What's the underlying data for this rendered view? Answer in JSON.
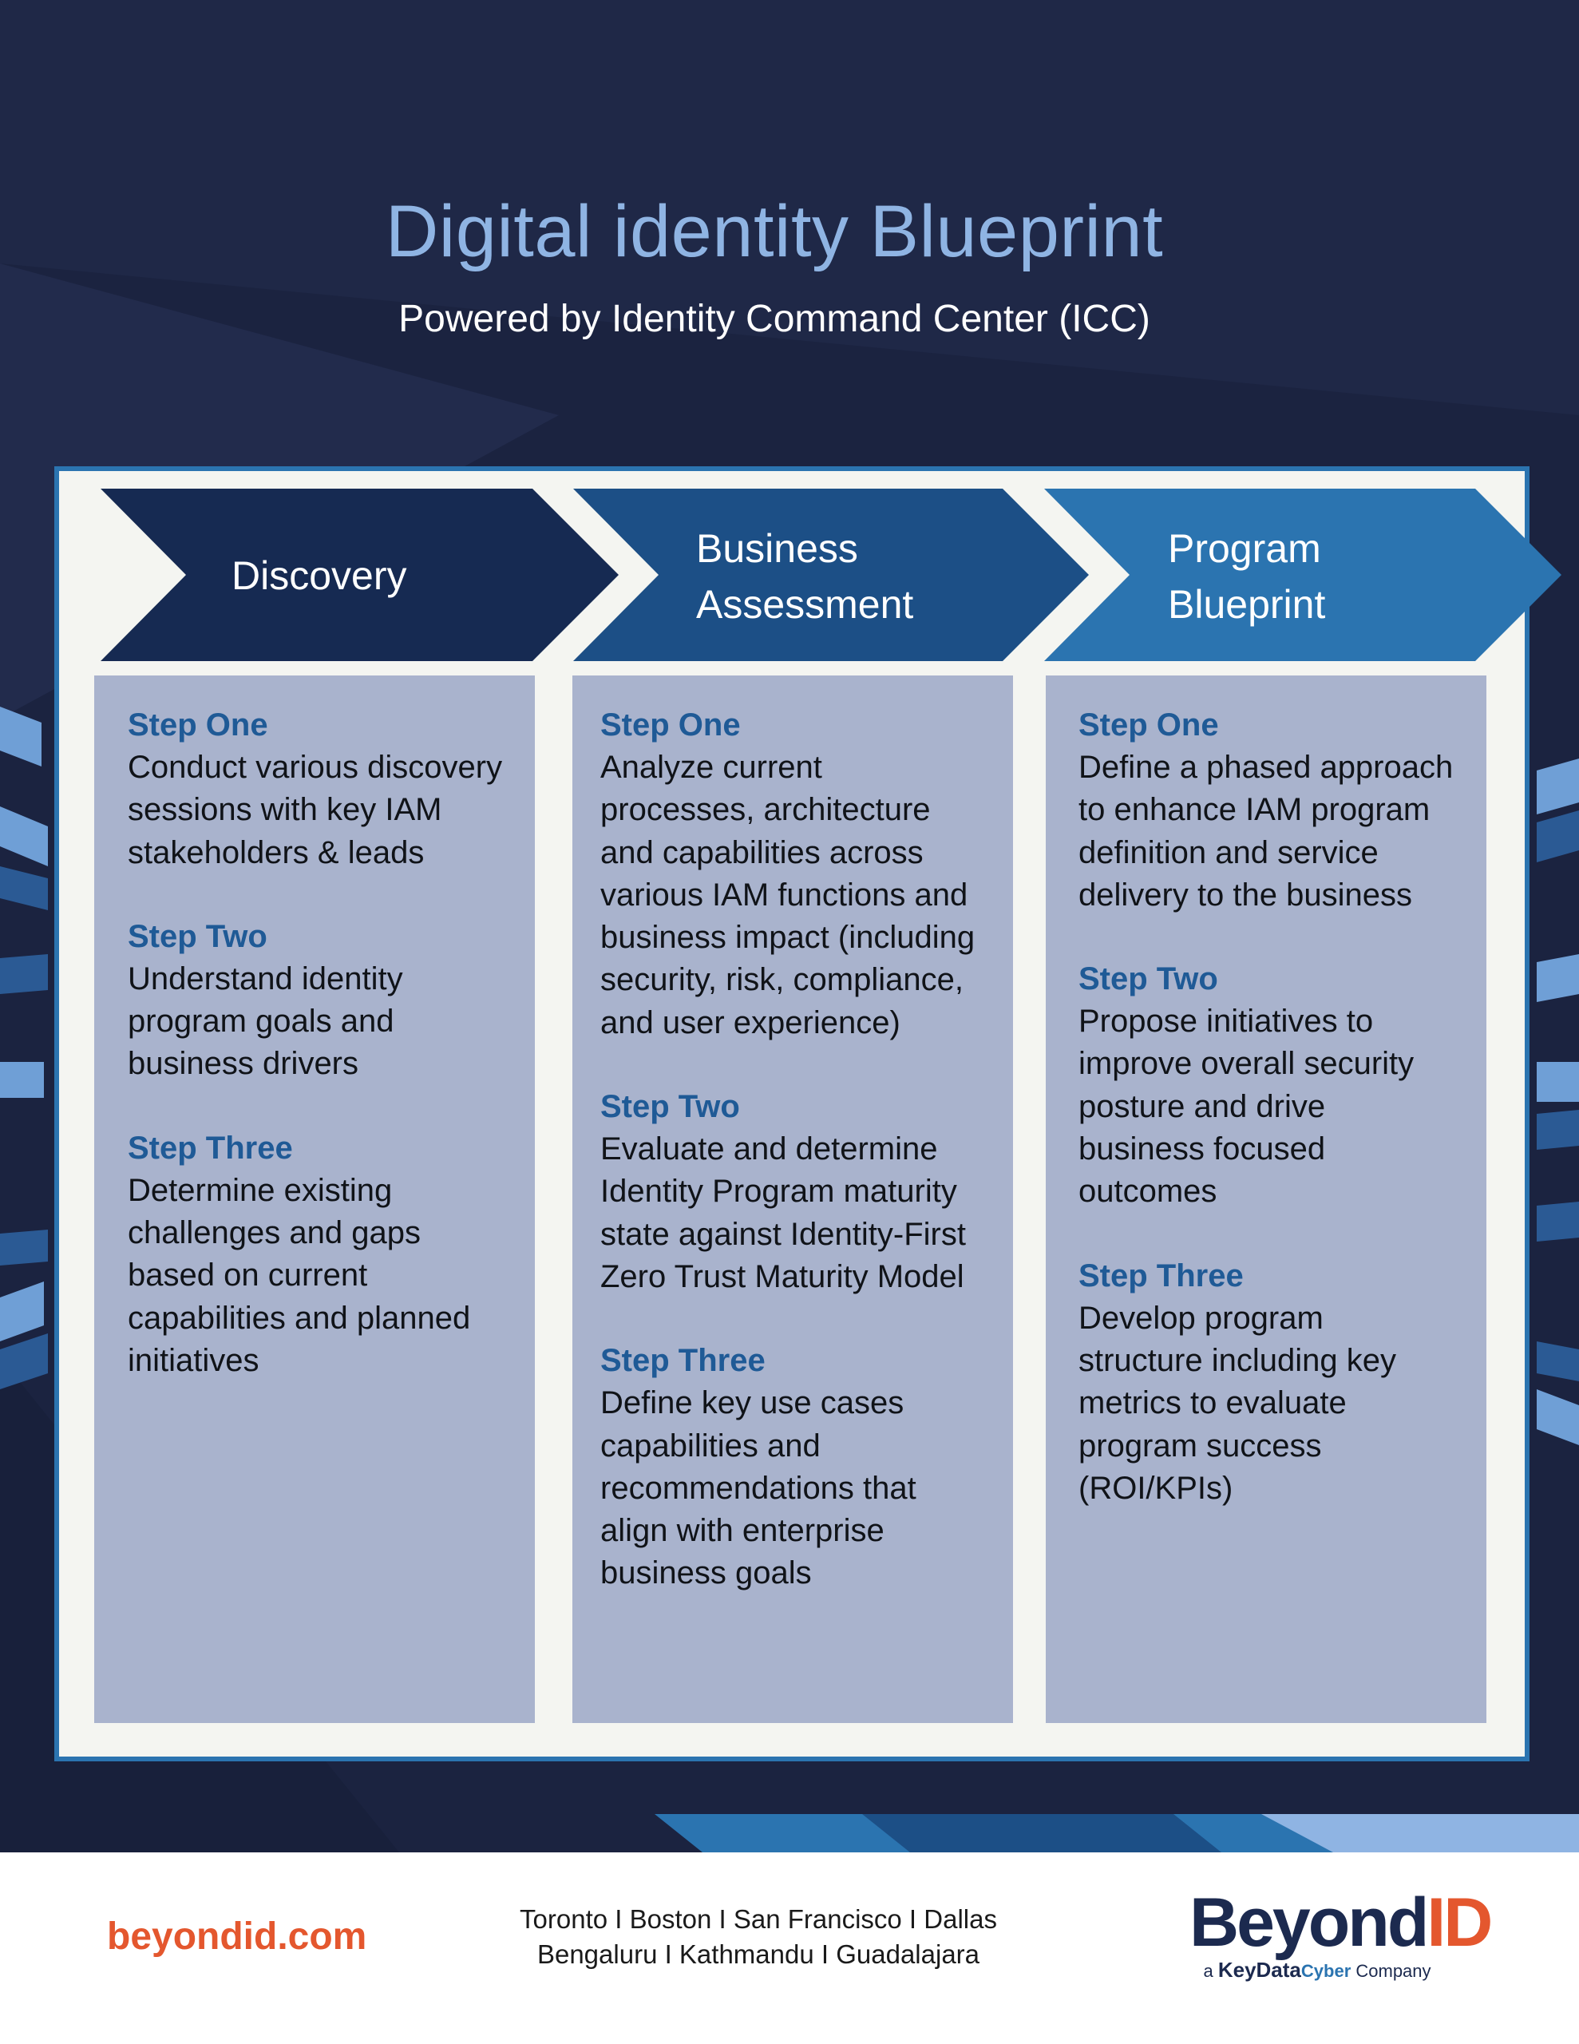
{
  "header": {
    "title": "Digital identity Blueprint",
    "subtitle": "Powered by Identity Command Center (ICC)"
  },
  "phases": [
    {
      "label_line1": "Discovery",
      "label_line2": "",
      "steps": [
        {
          "heading": "Step One",
          "text": "Conduct various discovery sessions with key IAM stakeholders & leads"
        },
        {
          "heading": "Step Two",
          "text": "Understand identity program goals and business drivers"
        },
        {
          "heading": "Step Three",
          "text": "Determine existing challenges and gaps based on current capabilities and planned initiatives"
        }
      ]
    },
    {
      "label_line1": "Business",
      "label_line2": "Assessment",
      "steps": [
        {
          "heading": "Step One",
          "text": "Analyze current processes, architecture and capabilities across various IAM functions and business impact (including security, risk, compliance, and user experience)"
        },
        {
          "heading": "Step Two",
          "text": "Evaluate and determine Identity Program maturity state against Identity-First Zero Trust Maturity Model"
        },
        {
          "heading": "Step Three",
          "text": "Define key use cases capabilities and recommendations that align with enterprise business goals"
        }
      ]
    },
    {
      "label_line1": "Program",
      "label_line2": "Blueprint",
      "steps": [
        {
          "heading": "Step One",
          "text": "Define a phased approach to enhance IAM program definition and service delivery to the business"
        },
        {
          "heading": "Step Two",
          "text": "Propose initiatives to improve overall security posture and drive business focused outcomes"
        },
        {
          "heading": "Step Three",
          "text": "Develop program structure including key metrics to evaluate program success (ROI/KPIs)"
        }
      ]
    }
  ],
  "footer": {
    "website": "beyondid.com",
    "cities_line1": "Toronto I Boston I San Francisco I Dallas",
    "cities_line2": "Bengaluru I Kathmandu I Guadalajara",
    "logo_beyond": "Beyond",
    "logo_id": "ID",
    "logo_prefix": "a",
    "logo_keydata": "KeyData",
    "logo_cyber": "Cyber",
    "logo_suffix": "Company"
  },
  "colors": {
    "background": "#1b2340",
    "title": "#8fb4e3",
    "arrow_1": "#162a52",
    "arrow_2": "#1c4f86",
    "arrow_3": "#2b74b0",
    "column_fill": "#a9b3cd",
    "step_heading": "#1f5a96",
    "accent_orange": "#e4572e"
  }
}
